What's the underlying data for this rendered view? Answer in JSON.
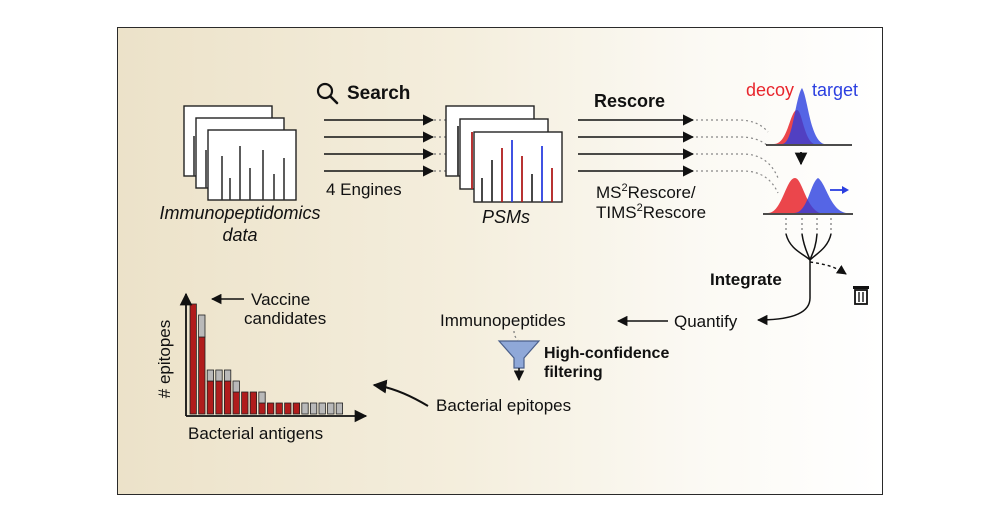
{
  "labels": {
    "search": "Search",
    "engines": "4 Engines",
    "data_line1": "Immunopeptidomics",
    "data_line2": "data",
    "psms": "PSMs",
    "rescore": "Rescore",
    "ms2_pre": "MS",
    "ms2_sup": "2",
    "ms2_post": "Rescore/",
    "tims_pre": "TIMS",
    "tims_sup": "2",
    "tims_post": "Rescore",
    "decoy": "decoy",
    "target": "target",
    "integrate": "Integrate",
    "quantify": "Quantify",
    "immunopeptides": "Immunopeptides",
    "hc_line1": "High-confidence",
    "hc_line2": "filtering",
    "bacterial_epitopes": "Bacterial epitopes",
    "vaccine_line1": "Vaccine",
    "vaccine_line2": "candidates",
    "y_axis": "# epitopes",
    "x_axis": "Bacterial antigens"
  },
  "icons": [
    "search-icon",
    "funnel-icon",
    "trash-icon"
  ],
  "colors": {
    "decoy": "#e8262d",
    "target": "#2b3fe0",
    "bar_fill": "#b01c1c",
    "bar_grey": "#b9b9b9",
    "funnel": "#8fa8d8"
  },
  "bar_chart": {
    "bars": [
      {
        "red": 10,
        "grey": 0
      },
      {
        "red": 7,
        "grey": 2
      },
      {
        "red": 3,
        "grey": 1
      },
      {
        "red": 3,
        "grey": 1
      },
      {
        "red": 3,
        "grey": 1
      },
      {
        "red": 2,
        "grey": 1
      },
      {
        "red": 2,
        "grey": 0
      },
      {
        "red": 2,
        "grey": 0
      },
      {
        "red": 1,
        "grey": 1
      },
      {
        "red": 1,
        "grey": 0
      },
      {
        "red": 1,
        "grey": 0
      },
      {
        "red": 1,
        "grey": 0
      },
      {
        "red": 1,
        "grey": 0
      },
      {
        "red": 0,
        "grey": 1
      },
      {
        "red": 0,
        "grey": 1
      },
      {
        "red": 0,
        "grey": 1
      },
      {
        "red": 0,
        "grey": 1
      },
      {
        "red": 0,
        "grey": 1
      }
    ]
  }
}
